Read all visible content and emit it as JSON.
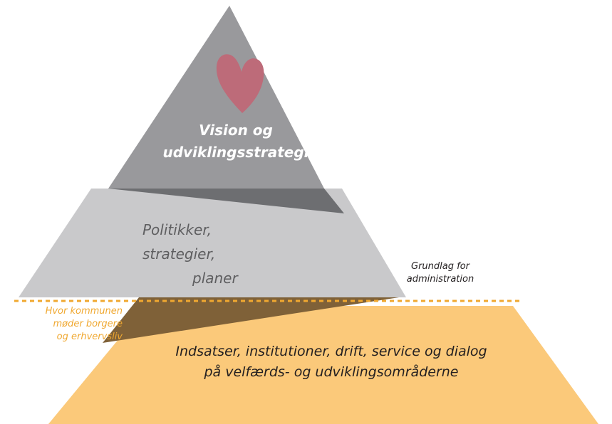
{
  "pyramid": {
    "top": {
      "lines": [
        "Vision og",
        "udviklingsstrategi"
      ],
      "icon": "heart-icon",
      "fill_color": "#99999c",
      "icon_color": "#bd6b79"
    },
    "middle": {
      "lines": [
        "Politikker, strategier,",
        "planer"
      ],
      "fill_color": "#c9c9cb",
      "shadow_color": "#6d6e71"
    },
    "bottom": {
      "lines": [
        "Indsatser, institutioner, drift, service og dialog",
        "på velfærds- og udviklingsområderne"
      ],
      "fill_color": "#fbc97a",
      "shadow_color": "#7f6138"
    }
  },
  "annotations": {
    "right_note": [
      "Grundlag for",
      "administration"
    ],
    "left_note": [
      "Hvor kommunen",
      "møder borgere",
      "og erhvervsliv"
    ],
    "divider_color": "#f0a830"
  }
}
